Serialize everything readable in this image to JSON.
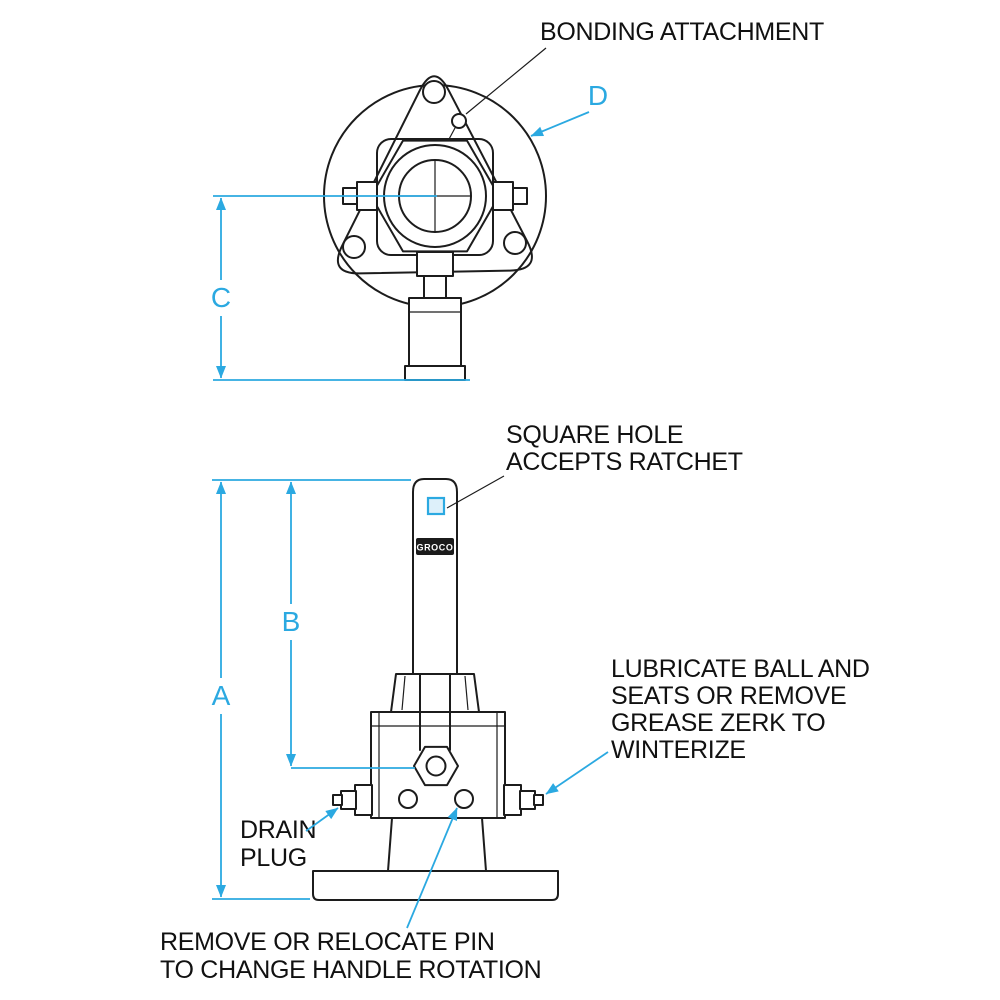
{
  "colors": {
    "accent": "#2BA9E1",
    "line": "#1c1c1c"
  },
  "brand": "GROCO",
  "dimensions": {
    "a": "A",
    "b": "B",
    "c": "C",
    "d": "D"
  },
  "labels": {
    "bonding_attachment": "BONDING ATTACHMENT",
    "square_hole": {
      "lines": [
        "SQUARE HOLE",
        "ACCEPTS RATCHET"
      ]
    },
    "lubricate": {
      "lines": [
        "LUBRICATE BALL AND",
        "SEATS OR REMOVE",
        "GREASE ZERK TO",
        "WINTERIZE"
      ]
    },
    "drain_plug": {
      "lines": [
        "DRAIN",
        "PLUG"
      ]
    },
    "remove_pin": {
      "lines": [
        "REMOVE OR RELOCATE PIN",
        "TO CHANGE HANDLE ROTATION"
      ]
    }
  }
}
